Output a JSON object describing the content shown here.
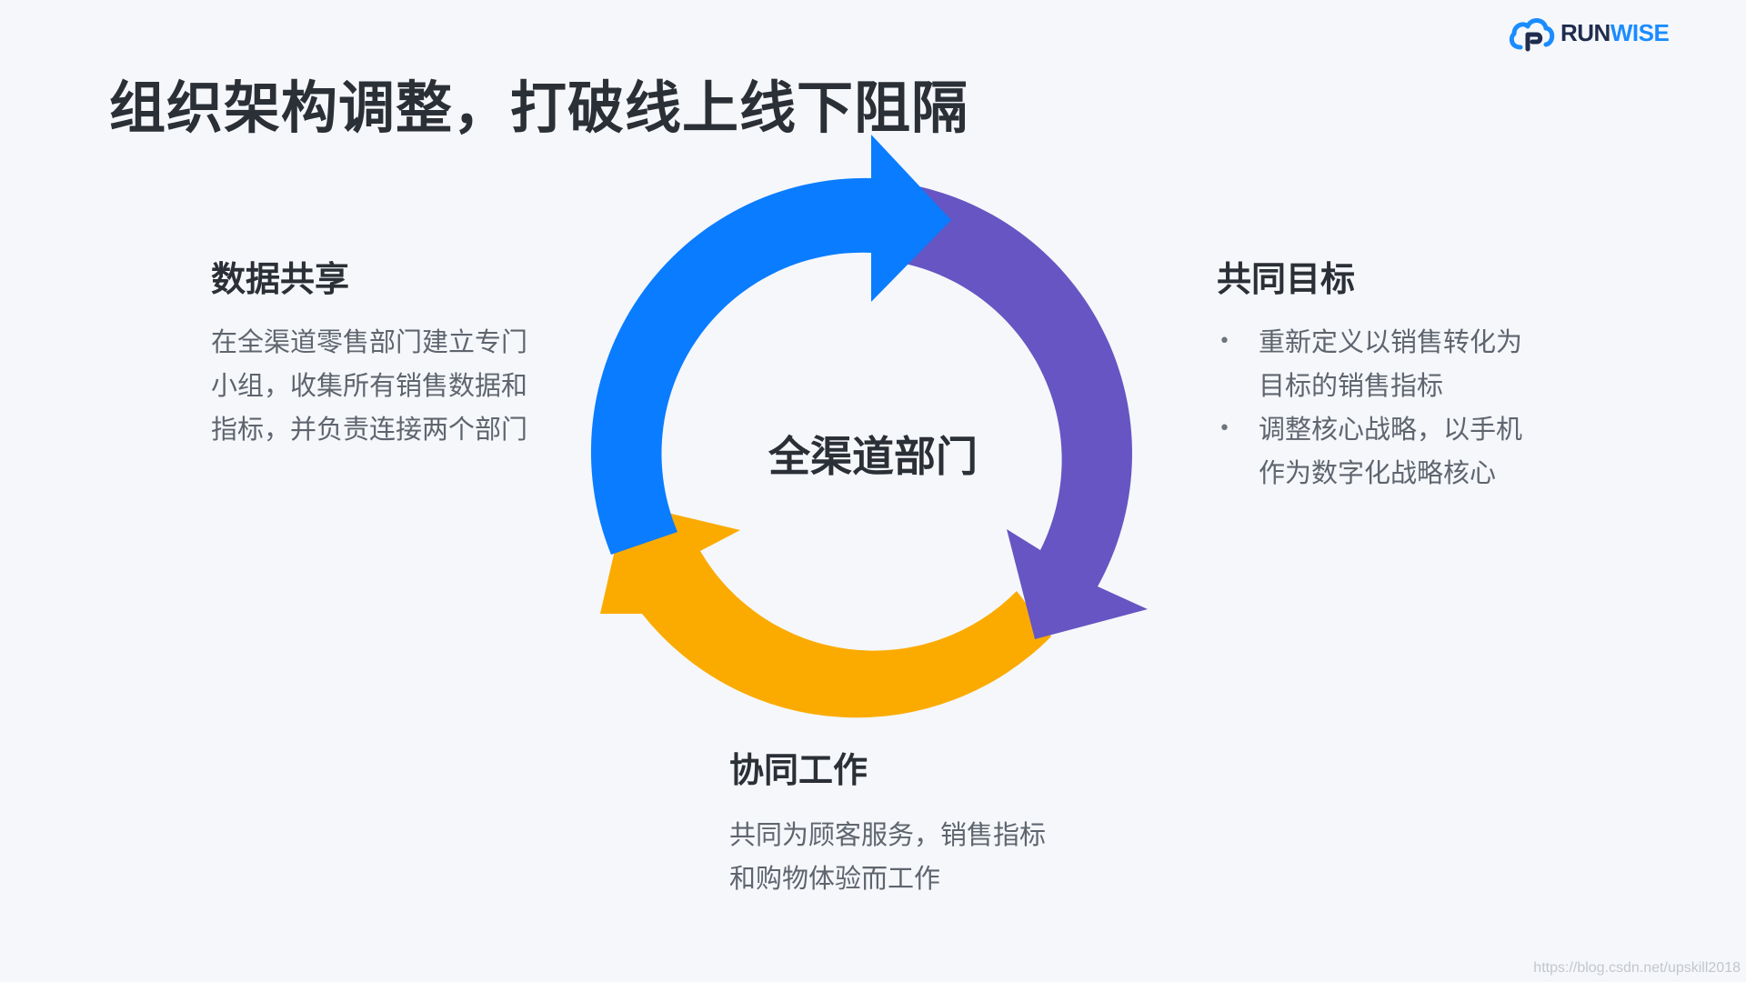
{
  "logo": {
    "text_part1": "RUN",
    "text_part2": "WISE",
    "icon": "cloud-logo-icon",
    "colors": {
      "dark": "#1f2c4d",
      "blue": "#1a8cff"
    }
  },
  "title": "组织架构调整，打破线上线下阻隔",
  "diagram": {
    "center_label": "全渠道部门",
    "arrow_colors": {
      "blue": "#0a7cff",
      "purple": "#6655c2",
      "orange": "#fbab00"
    }
  },
  "left_block": {
    "heading": "数据共享",
    "lines": [
      "在全渠道零售部门建立专门",
      "小组，收集所有销售数据和",
      "指标，并负责连接两个部门"
    ]
  },
  "right_block": {
    "heading": "共同目标",
    "bullets": [
      {
        "lines": [
          "重新定义以销售转化为",
          "目标的销售指标"
        ]
      },
      {
        "lines": [
          "调整核心战略，以手机",
          "作为数字化战略核心"
        ]
      }
    ],
    "bullet_glyph": "•"
  },
  "bottom_block": {
    "heading": "协同工作",
    "lines": [
      "共同为顾客服务，销售指标",
      "和购物体验而工作"
    ]
  },
  "watermark": "https://blog.csdn.net/upskill2018"
}
